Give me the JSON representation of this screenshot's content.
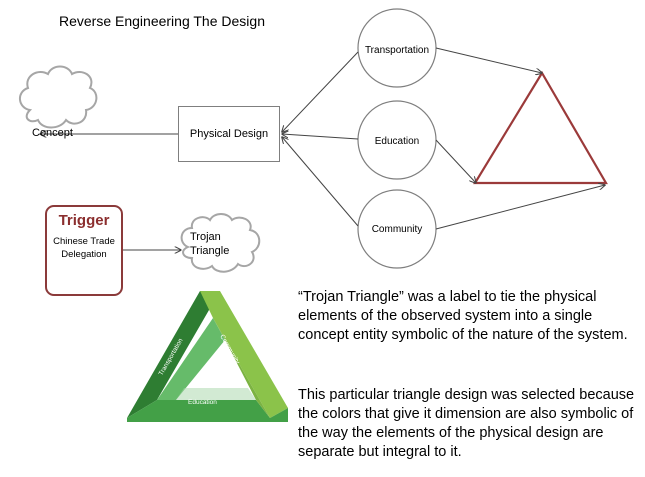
{
  "title": "Reverse Engineering The Design",
  "nodes": {
    "concept": "Concept",
    "physical_design": "Physical Design",
    "transportation": "Transportation",
    "education": "Education",
    "community": "Community",
    "trojan_triangle": "Trojan Triangle"
  },
  "trigger": {
    "title": "Trigger",
    "text": "Chinese Trade Delegation"
  },
  "penrose": {
    "sides": [
      "Transportation",
      "Community",
      "Education"
    ]
  },
  "paragraphs": [
    "“Trojan Triangle” was a label to tie the physical elements of the observed system into a single concept entity symbolic of the nature of the system.",
    "This particular triangle design was selected because the colors that give it dimension are also symbolic of the way the elements of the physical design are separate but integral to it."
  ],
  "colors": {
    "outline_gray": "#7f7f7f",
    "triangle_red": "#9b3a3a",
    "trigger_red": "#8b2e2e",
    "green_dark": "#2e7d32",
    "green_mid": "#4caf50",
    "green_light": "#9ccc65"
  }
}
